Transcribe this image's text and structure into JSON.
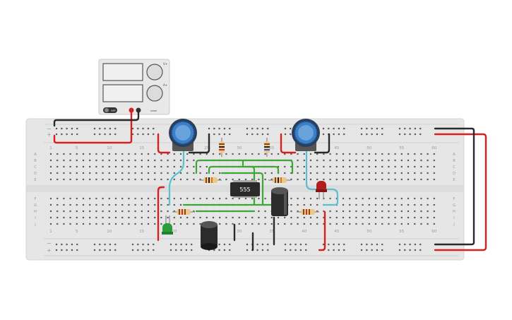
{
  "breadboard": {
    "column_numbers": [
      "1",
      "5",
      "10",
      "15",
      "20",
      "25",
      "30",
      "35",
      "40",
      "45",
      "50",
      "55",
      "60"
    ],
    "row_letters_top": [
      "A",
      "B",
      "C",
      "D",
      "E"
    ],
    "row_letters_bottom": [
      "F",
      "G",
      "H",
      "I",
      "J"
    ],
    "rail_minus": "−",
    "rail_plus": "+"
  },
  "power_supply": {
    "off_label": "OFF",
    "brand": "KWDE",
    "knob_labels": [
      "V+",
      "A+"
    ]
  },
  "ic": {
    "label": "555"
  },
  "colors": {
    "wire_red": "#d42020",
    "wire_black": "#2a2a2a",
    "wire_green": "#3aa833",
    "wire_cyan": "#58c0d0",
    "board": "#e9e9e9",
    "pot_blue": "#2a6fb8",
    "led_green": "#2a9d3a",
    "led_red": "#b01e1e"
  },
  "icons": [
    "potentiometer-icon",
    "resistor-icon",
    "capacitor-icon",
    "led-icon",
    "ic-chip-icon",
    "power-supply-icon"
  ]
}
